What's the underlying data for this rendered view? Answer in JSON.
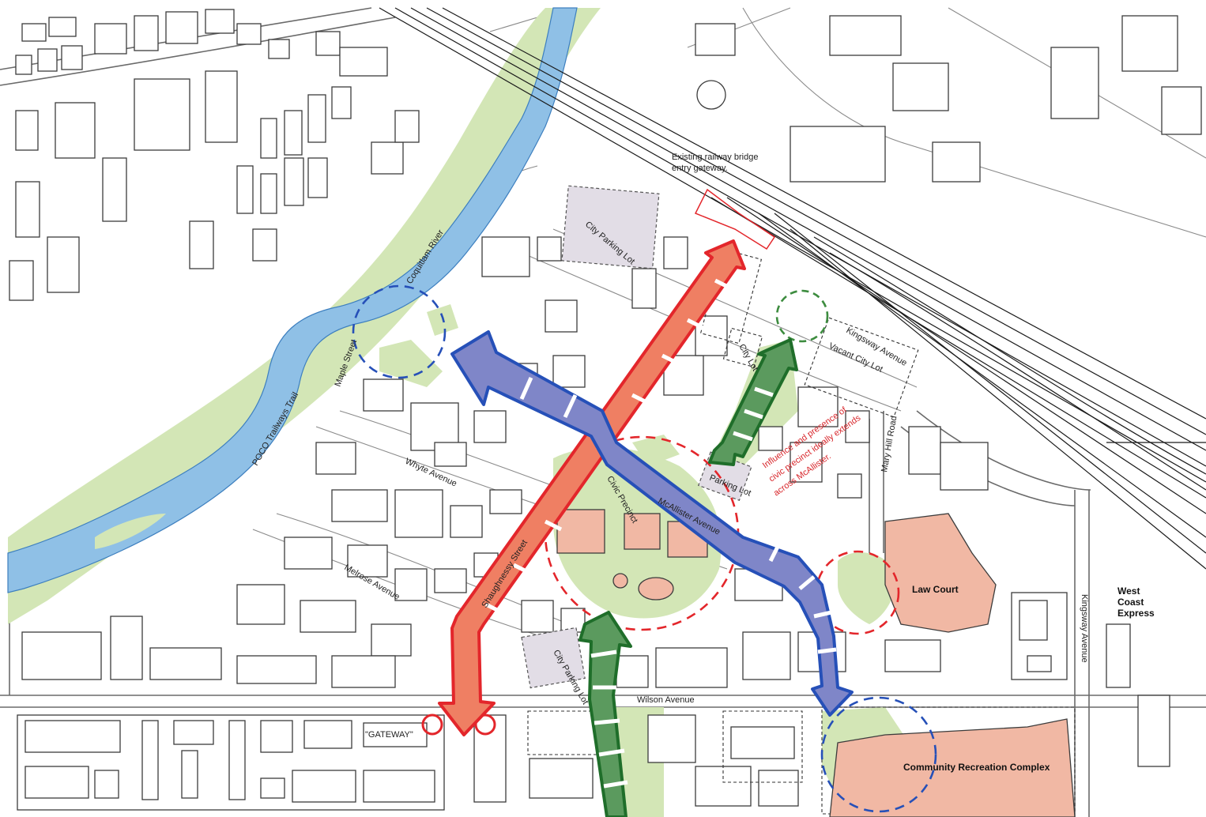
{
  "labels": {
    "coquitlam_river": "Coquitlam River",
    "poco_trail": "POCO Trailways Trail",
    "maple_street": "Maple Street",
    "whyte_avenue": "Whyte Avenue",
    "melrose_avenue": "Melrose Avenue",
    "mcallister_avenue": "McAllister Avenue",
    "shaughnessy_street": "Shaughnessy Street",
    "wilson_avenue": "Wilson Avenue",
    "kingsway_avenue_top": "Kingsway Avenue",
    "kingsway_avenue_right": "Kingsway Avenue",
    "mary_hill_road": "Mary Hill Road",
    "city_parking_lot": "City Parking Lot",
    "vacant_city_lot": "Vacant City Lot",
    "city_lot": "City Lot",
    "parking_lot": "Parking Lot",
    "city_parking_lot_small": "City Parking Lot",
    "city_precinct": "Civic Precinct",
    "existing_bridge_1": "Existing railway bridge",
    "existing_bridge_2": "entry gateway.",
    "influence_1": "Influence and presence of",
    "influence_2": "civic precinct ideally extends",
    "influence_3": "across McAllister.",
    "law_court": "Law Court",
    "west_coast_1": "West",
    "west_coast_2": "Coast",
    "west_coast_3": "Express",
    "community_recreation": "Community Recreation Complex",
    "gateway": "\"GATEWAY\""
  },
  "colors": {
    "green_space": "#d3e6b6",
    "river": "#8fc0e6",
    "civic_building": "#f1b8a4",
    "parking": "#e2dde6",
    "red_route": "#e3262b",
    "blue_route": "#2650b8",
    "green_route": "#1f6e2a"
  }
}
